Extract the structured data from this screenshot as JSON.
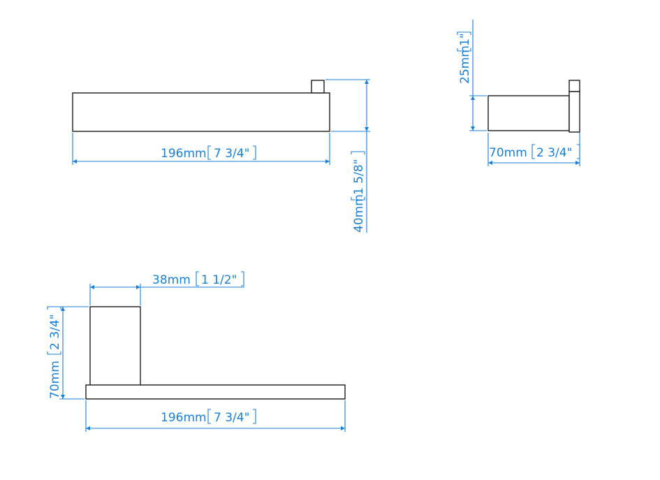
{
  "colors": {
    "dimension": "#1a7fd4",
    "outline": "#1a1a1a",
    "background": "#ffffff"
  },
  "views": {
    "front": {
      "width_label": "196mm",
      "width_inch": "7 3/4\"",
      "height_label": "40mm",
      "height_inch": "1 5/8\""
    },
    "side": {
      "projection_label": "25mm",
      "projection_inch": "1\"",
      "depth_label": "70mm",
      "depth_inch": "2 3/4\""
    },
    "top": {
      "post_label": "38mm",
      "post_inch": "1 1/2\"",
      "depth_label": "70mm",
      "depth_inch": "2 3/4\"",
      "width_label": "196mm",
      "width_inch": "7 3/4\""
    }
  }
}
